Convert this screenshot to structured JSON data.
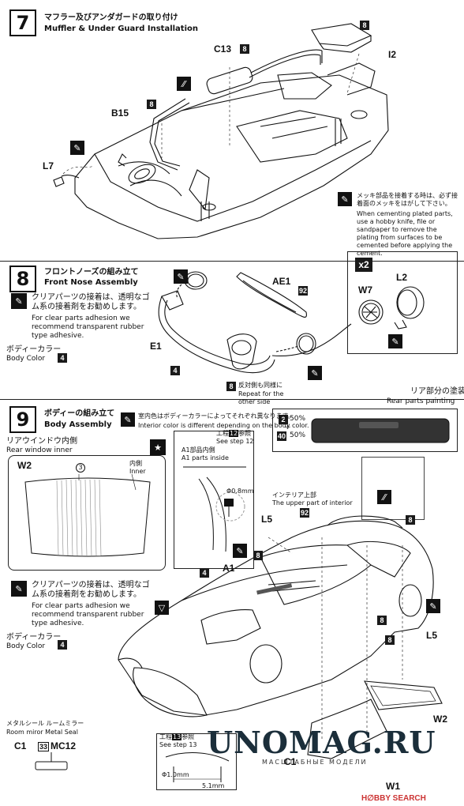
{
  "step7": {
    "number": "7",
    "title_jp": "マフラー及びアンダガードの取り付け",
    "title_en": "Muffler & Under Guard Installation",
    "parts": {
      "c13": "C13",
      "i2": "I2",
      "b15": "B15",
      "l7": "L7"
    },
    "tag8": "8",
    "cement_note_jp": "メッキ部品を接着する時は、必ず接着面のメッキをはがして下さい。",
    "cement_note_en": "When cementing plated parts, use a hobby knife, file or sandpaper to remove the plating from surfaces to be cemented before applying the cement."
  },
  "step8": {
    "number": "8",
    "title_jp": "フロントノーズの組み立て",
    "title_en": "Front Nose Assembly",
    "clear_note_jp": "クリアパーツの接着は、透明なゴム系の接着剤をお勧めします。",
    "clear_note_en": "For clear parts adhesion we recommend transparent rubber type adhesive.",
    "body_color_jp": "ボディーカラー",
    "body_color_en": "Body Color",
    "color_tag": "4",
    "parts": {
      "ae1": "AE1",
      "e1": "E1",
      "w7": "W7",
      "l2": "L2"
    },
    "tag92": "92",
    "multiplier": "x2",
    "repeat_jp": "反対側も同様に",
    "repeat_en": "Repeat for the other side"
  },
  "rear_paint": {
    "label_jp": "リア部分の塗装",
    "label_en": "Rear parts painting",
    "mix1_tag": "2",
    "mix1": "50%",
    "plus": "+",
    "mix2_tag": "40",
    "mix2": "50%"
  },
  "step9": {
    "number": "9",
    "title_jp": "ボディーの組み立て",
    "title_en": "Body Assembly",
    "interior_jp": "室内色はボディーカラーによってそれぞれ異なります。",
    "interior_en": "Interior color is different depending on the body color.",
    "rear_window_jp": "リアウインドウ内側",
    "rear_window_en": "Rear window inner",
    "w2": "W2",
    "circle3": "3",
    "inner_jp": "内側",
    "inner_en": "Inner",
    "step12_jp": "工程",
    "step12_num": "12",
    "step12_suffix": "参照",
    "step12_en": "See step 12",
    "a1_inside_jp": "A1部品内側",
    "a1_inside_en": "A1 parts inside",
    "dia08": "Φ0.8mm",
    "interior_top_jp": "インテリア上部",
    "interior_top_en": "The upper part of interior",
    "tag92": "92",
    "l5": "L5",
    "a1": "A1",
    "tag8": "8",
    "tag4": "4",
    "clear_note_jp": "クリアパーツの接着は、透明なゴム系の接着剤をお勧めします。",
    "clear_note_en": "For clear parts adhesion we recommend transparent rubber type adhesive.",
    "body_color_jp": "ボディーカラー",
    "body_color_en": "Body Color",
    "metal_seal_jp": "メタルシール ルームミラー",
    "metal_seal_en": "Room miror Metal Seal",
    "c1": "C1",
    "tag33": "33",
    "mc12": "MC12",
    "step13_jp": "工程",
    "step13_num": "13",
    "step13_suffix": "参照",
    "step13_en": "See step 13",
    "dia10": "Φ1.0mm",
    "dim51": "5.1mm",
    "w1": "W1",
    "c1b": "C1"
  },
  "watermark": {
    "site": "UNOMAG.RU",
    "sub": "МАСШТАБНЫЕ МОДЕЛИ",
    "hobby": "H∅BBY SEARCH"
  }
}
